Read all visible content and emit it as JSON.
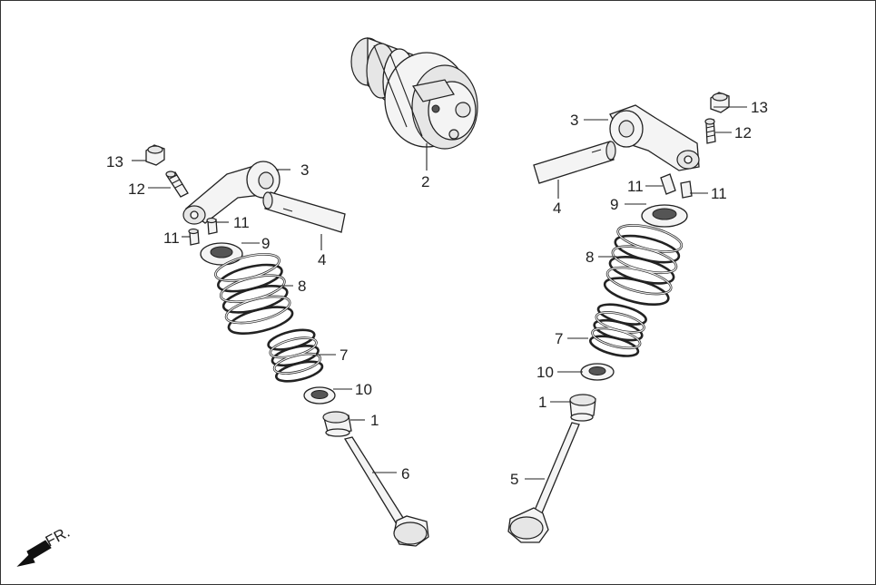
{
  "title": "",
  "direction": "FR.",
  "callouts": {
    "c1": "1",
    "c2": "2",
    "c3": "3",
    "c4": "4",
    "c5": "5",
    "c6": "6",
    "c7": "7",
    "c8": "8",
    "c9": "9",
    "c10": "10",
    "c11": "11",
    "c12": "12",
    "c13": "13"
  },
  "parts": [
    {
      "no": "1",
      "name": "valve stem seal"
    },
    {
      "no": "2",
      "name": "camshaft"
    },
    {
      "no": "3",
      "name": "rocker arm"
    },
    {
      "no": "4",
      "name": "rocker arm shaft"
    },
    {
      "no": "5",
      "name": "intake valve"
    },
    {
      "no": "6",
      "name": "exhaust valve"
    },
    {
      "no": "7",
      "name": "inner valve spring"
    },
    {
      "no": "8",
      "name": "outer valve spring"
    },
    {
      "no": "9",
      "name": "valve spring retainer"
    },
    {
      "no": "10",
      "name": "valve spring seat"
    },
    {
      "no": "11",
      "name": "valve cotter"
    },
    {
      "no": "12",
      "name": "tappet adjusting screw"
    },
    {
      "no": "13",
      "name": "lock nut"
    }
  ]
}
